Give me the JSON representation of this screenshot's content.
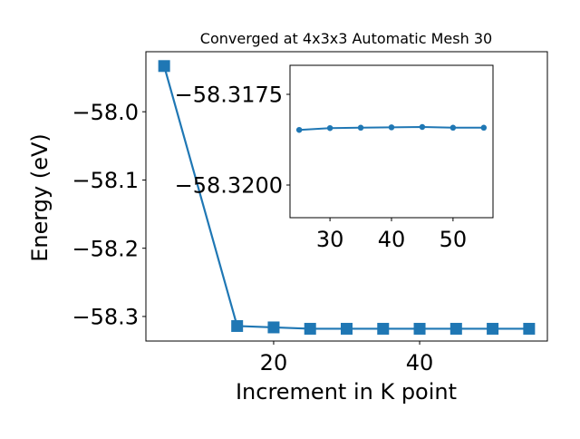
{
  "chart_data": [
    {
      "type": "line",
      "title": "Converged at 4x3x3 Automatic Mesh 30",
      "xlabel": "Increment in K point",
      "ylabel": "Energy (eV)",
      "x": [
        5,
        15,
        20,
        25,
        30,
        35,
        40,
        45,
        50,
        55
      ],
      "series": [
        {
          "values": [
            -57.933,
            -58.314,
            -58.316,
            -58.318,
            -58.318,
            -58.318,
            -58.318,
            -58.318,
            -58.318,
            -58.318
          ]
        }
      ],
      "xlim": [
        2.5,
        57.5
      ],
      "ylim": [
        -58.336,
        -57.912
      ],
      "xticks": [
        20,
        40
      ],
      "xtick_labels": [
        "20",
        "40"
      ],
      "yticks": [
        -58.0,
        -58.1,
        -58.2,
        -58.3
      ],
      "ytick_labels": [
        "−58.0",
        "−58.1",
        "−58.2",
        "−58.3"
      ],
      "marker": "square",
      "color": "#1f77b4",
      "grid": false
    },
    {
      "type": "line",
      "title": "",
      "xlabel": "",
      "ylabel": "",
      "x": [
        25,
        30,
        35,
        40,
        45,
        50,
        55
      ],
      "series": [
        {
          "values": [
            -58.31848,
            -58.31843,
            -58.31842,
            -58.31841,
            -58.3184,
            -58.31842,
            -58.31842
          ]
        }
      ],
      "xlim": [
        23.5,
        56.5
      ],
      "ylim": [
        -58.3209,
        -58.3167
      ],
      "xticks": [
        30,
        40,
        50
      ],
      "xtick_labels": [
        "30",
        "40",
        "50"
      ],
      "yticks": [
        -58.32,
        -58.3175
      ],
      "ytick_labels": [
        "−58.3200",
        "−58.3175"
      ],
      "marker": "circle",
      "color": "#1f77b4",
      "grid": false
    }
  ]
}
